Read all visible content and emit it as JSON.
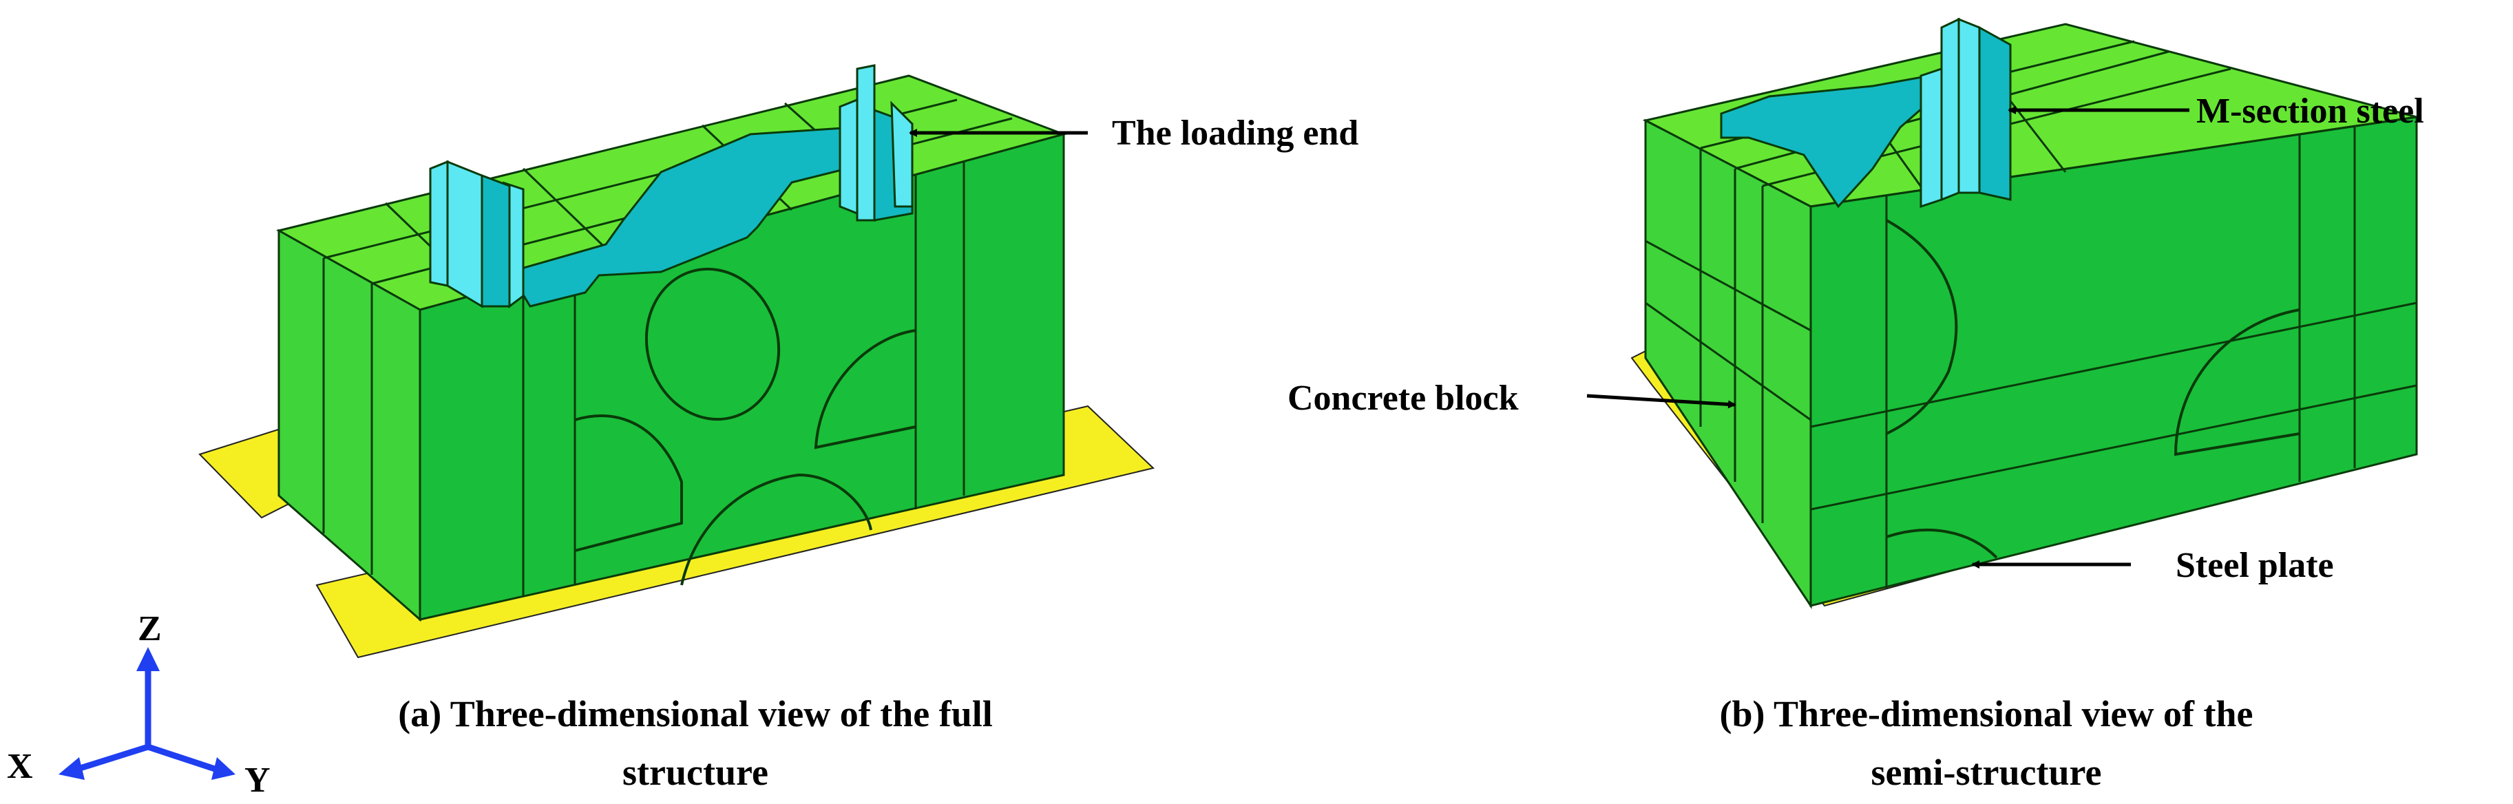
{
  "colors": {
    "concrete_top": "#66e633",
    "concrete_front": "#19bf3a",
    "concrete_side": "#3fd43a",
    "steel_plate": "#f5ef22",
    "steel_section": "#5be8f2",
    "steel_section_dark": "#12b9c2",
    "edge": "#0a3a0a",
    "axis": "#1f3ff0"
  },
  "annotations": {
    "loading_end": "The loading end",
    "m_section_steel": "M-section steel",
    "concrete_block": "Concrete block",
    "steel_plate": "Steel plate"
  },
  "captions": {
    "a_line1": "(a) Three-dimensional view of the full",
    "a_line2": "structure",
    "b_line1": "(b) Three-dimensional view of the",
    "b_line2": "semi-structure"
  },
  "axes": {
    "z": "Z",
    "x": "X",
    "y": "Y"
  }
}
